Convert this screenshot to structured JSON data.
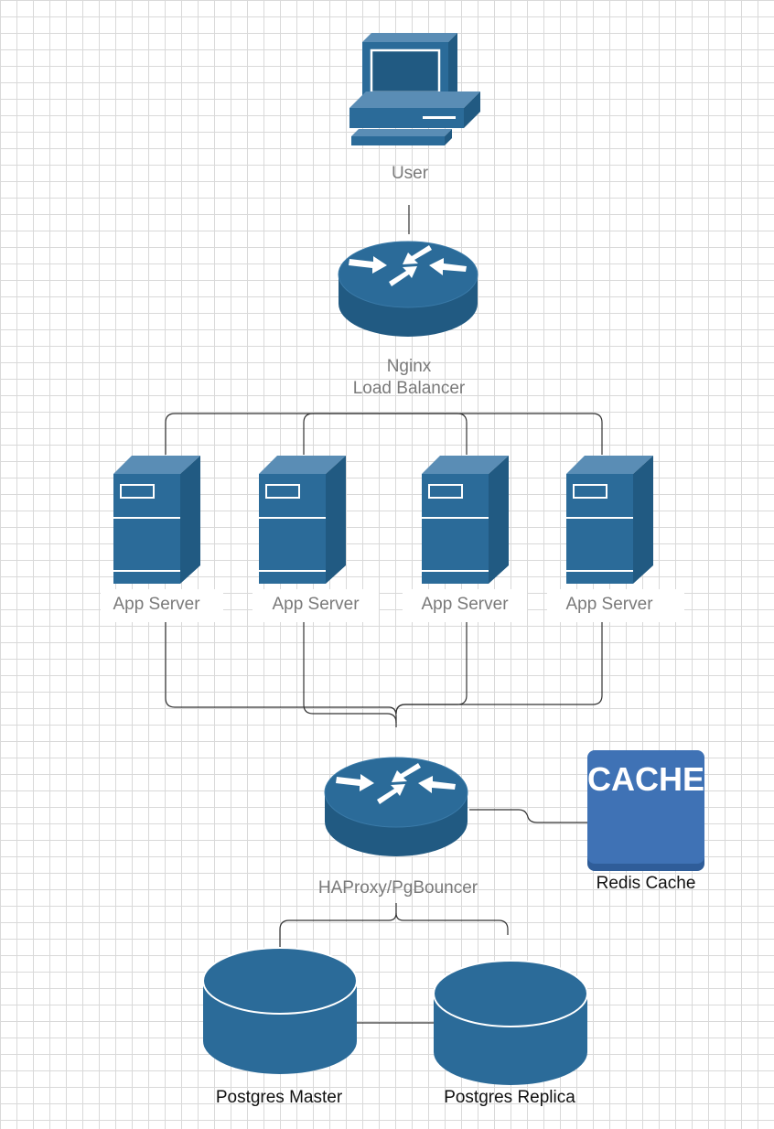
{
  "colors": {
    "primary": "#2b6b99",
    "primary_dark": "#215a82",
    "cache_blue": "#3f72b5",
    "line": "#333333",
    "label_gray": "#7a7a7a",
    "label_dark": "#111111"
  },
  "nodes": {
    "user": {
      "label": "User",
      "icon": "desktop-computer-icon"
    },
    "nginx": {
      "label_line1": "Nginx",
      "label_line2": "Load Balancer",
      "icon": "router-icon"
    },
    "app_servers": [
      {
        "label": "App Server",
        "icon": "server-tower-icon"
      },
      {
        "label": "App Server",
        "icon": "server-tower-icon"
      },
      {
        "label": "App Server",
        "icon": "server-tower-icon"
      },
      {
        "label": "App Server",
        "icon": "server-tower-icon"
      }
    ],
    "haproxy": {
      "label": "HAProxy/PgBouncer",
      "icon": "router-icon"
    },
    "redis": {
      "label": "Redis Cache",
      "badge_text": "CACHE",
      "icon": "cache-icon"
    },
    "postgres_master": {
      "label": "Postgres Master",
      "icon": "database-cylinder-icon"
    },
    "postgres_replica": {
      "label": "Postgres Replica",
      "icon": "database-cylinder-icon"
    }
  }
}
